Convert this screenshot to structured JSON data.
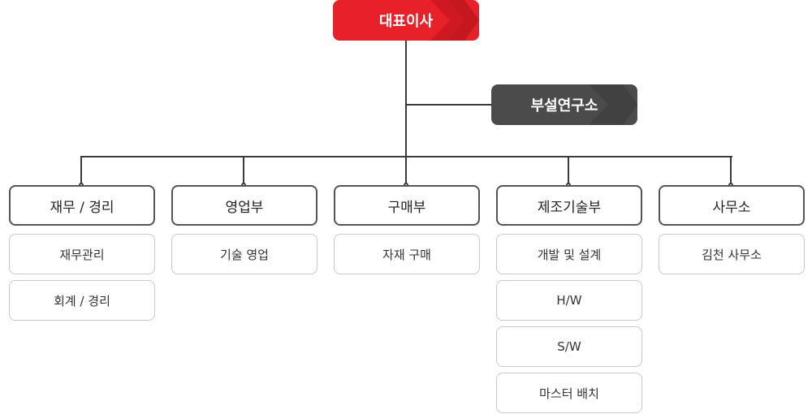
{
  "ceo": {
    "label": "대표이사"
  },
  "research": {
    "label": "부설연구소"
  },
  "departments": [
    {
      "label": "재무 / 경리",
      "teams": [
        "재무관리",
        "회계 / 경리"
      ]
    },
    {
      "label": "영업부",
      "teams": [
        "기술 영업"
      ]
    },
    {
      "label": "구매부",
      "teams": [
        "자재 구매"
      ]
    },
    {
      "label": "제조기술부",
      "teams": [
        "개발 및 설계",
        "H/W",
        "S/W",
        "마스터 배치"
      ]
    },
    {
      "label": "사무소",
      "teams": [
        "김천 사무소"
      ]
    }
  ],
  "colors": {
    "ceo": "#e8202a",
    "research": "#4b4b4b",
    "lines": "#3a3a3a"
  }
}
